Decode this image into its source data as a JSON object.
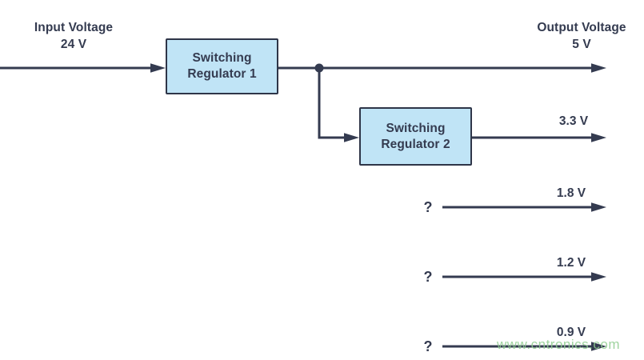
{
  "diagram": {
    "description": "Power tree diagram: 24 V input through cascaded switching regulators to multiple output rails",
    "input": {
      "title": "Input Voltage",
      "value": "24 V"
    },
    "output_header": {
      "title": "Output Voltage",
      "value": "5 V"
    },
    "regulator1": {
      "line1": "Switching",
      "line2": "Regulator 1"
    },
    "regulator2": {
      "line1": "Switching",
      "line2": "Regulator 2"
    },
    "rail_33": {
      "voltage": "3.3 V"
    },
    "unknown_rails": [
      {
        "question_mark": "?",
        "voltage": "1.8 V"
      },
      {
        "question_mark": "?",
        "voltage": "1.2 V"
      },
      {
        "question_mark": "?",
        "voltage": "0.9 V"
      }
    ],
    "watermark": "www.cntronics.com",
    "colors": {
      "line": "#343b50",
      "text": "#343b50",
      "box_fill": "#c0e4f6",
      "box_border": "#2e3548",
      "watermark": "#8fcd8f",
      "background": "#ffffff"
    }
  }
}
